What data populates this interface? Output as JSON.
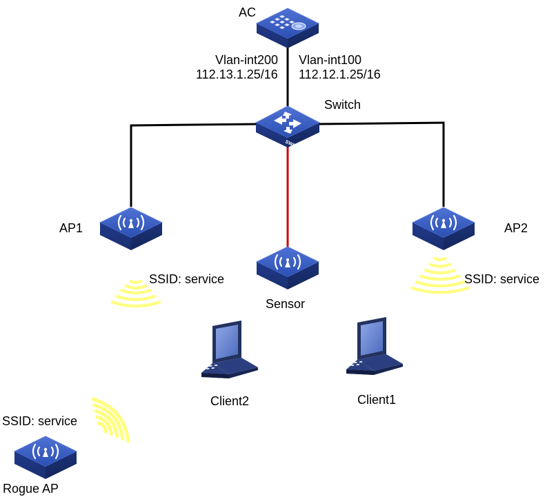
{
  "devices": {
    "ac": "AC",
    "switch": "Switch",
    "switch_badge": "SWITCH",
    "ap1": "AP1",
    "ap2": "AP2",
    "sensor": "Sensor",
    "client1": "Client1",
    "client2": "Client2",
    "rogue_ap": "Rogue AP"
  },
  "interfaces": {
    "left_name": "Vlan-int200",
    "left_ip": "112.13.1.25/16",
    "right_name": "Vlan-int100",
    "right_ip": "112.12.1.25/16"
  },
  "ssids": {
    "ap1": "SSID: service",
    "ap2": "SSID: service",
    "rogue": "SSID: service"
  },
  "colors": {
    "device_blue": "#2f52b8",
    "link_black": "#000000",
    "link_red": "#d00000",
    "signal_yellow": "#ffff80"
  }
}
